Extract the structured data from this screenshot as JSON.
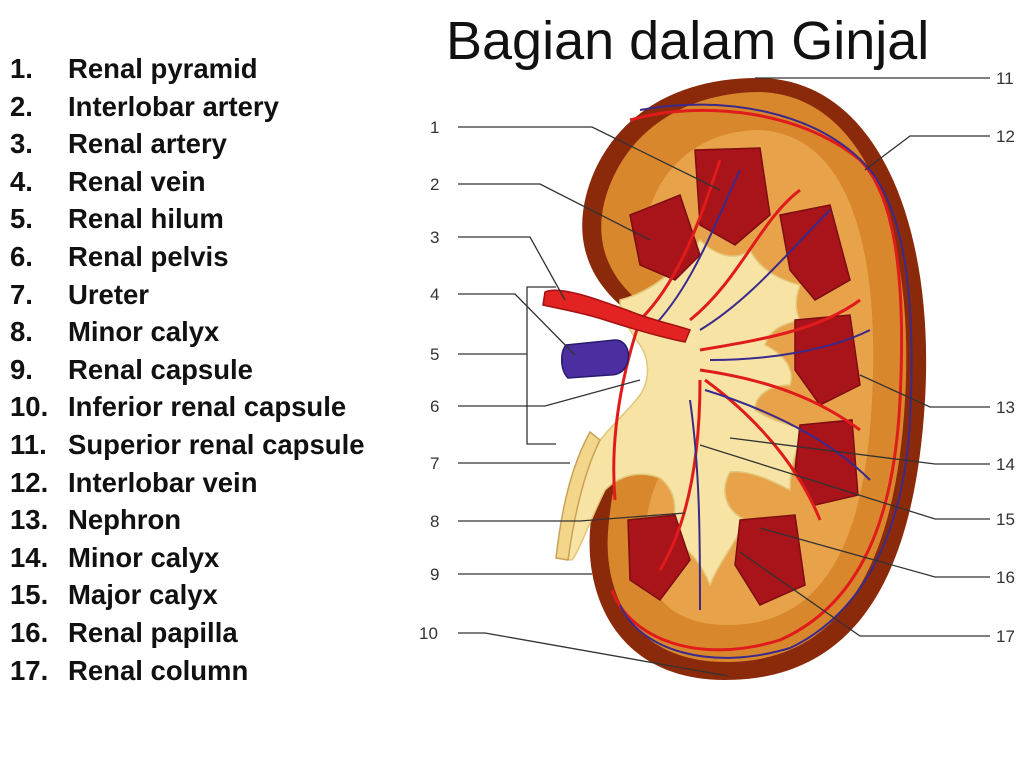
{
  "title": "Bagian dalam Ginjal",
  "legend": [
    {
      "num": "1.",
      "label": "Renal pyramid"
    },
    {
      "num": "2.",
      "label": "Interlobar artery"
    },
    {
      "num": "3.",
      "label": "Renal artery"
    },
    {
      "num": "4.",
      "label": "Renal vein"
    },
    {
      "num": "5.",
      "label": "Renal hilum"
    },
    {
      "num": "6.",
      "label": "Renal pelvis"
    },
    {
      "num": "7.",
      "label": "Ureter"
    },
    {
      "num": "8.",
      "label": "Minor calyx"
    },
    {
      "num": "9.",
      "label": "Renal capsule"
    },
    {
      "num": "10.",
      "label": "Inferior renal capsule"
    },
    {
      "num": "11.",
      "label": "Superior renal capsule"
    },
    {
      "num": "12.",
      "label": "Interlobar vein"
    },
    {
      "num": "13.",
      "label": "Nephron"
    },
    {
      "num": "14.",
      "label": "Minor calyx"
    },
    {
      "num": "15.",
      "label": "Major calyx"
    },
    {
      "num": "16.",
      "label": "Renal papilla"
    },
    {
      "num": "17.",
      "label": "Renal column"
    }
  ],
  "callouts": {
    "c1": "1",
    "c2": "2",
    "c3": "3",
    "c4": "4",
    "c5": "5",
    "c6": "6",
    "c7": "7",
    "c8": "8",
    "c9": "9",
    "c10": "10",
    "c11": "11",
    "c12": "12",
    "c13": "13",
    "c14": "14",
    "c15": "15",
    "c16": "16",
    "c17": "17"
  },
  "colors": {
    "capsule": "#8b2a0a",
    "cortex": "#d9872c",
    "medulla_pyramid": "#a8141a",
    "pelvis": "#f7e3a3",
    "artery": "#e01b1b",
    "vein": "#3a2a8c",
    "leader_line": "#333333"
  }
}
